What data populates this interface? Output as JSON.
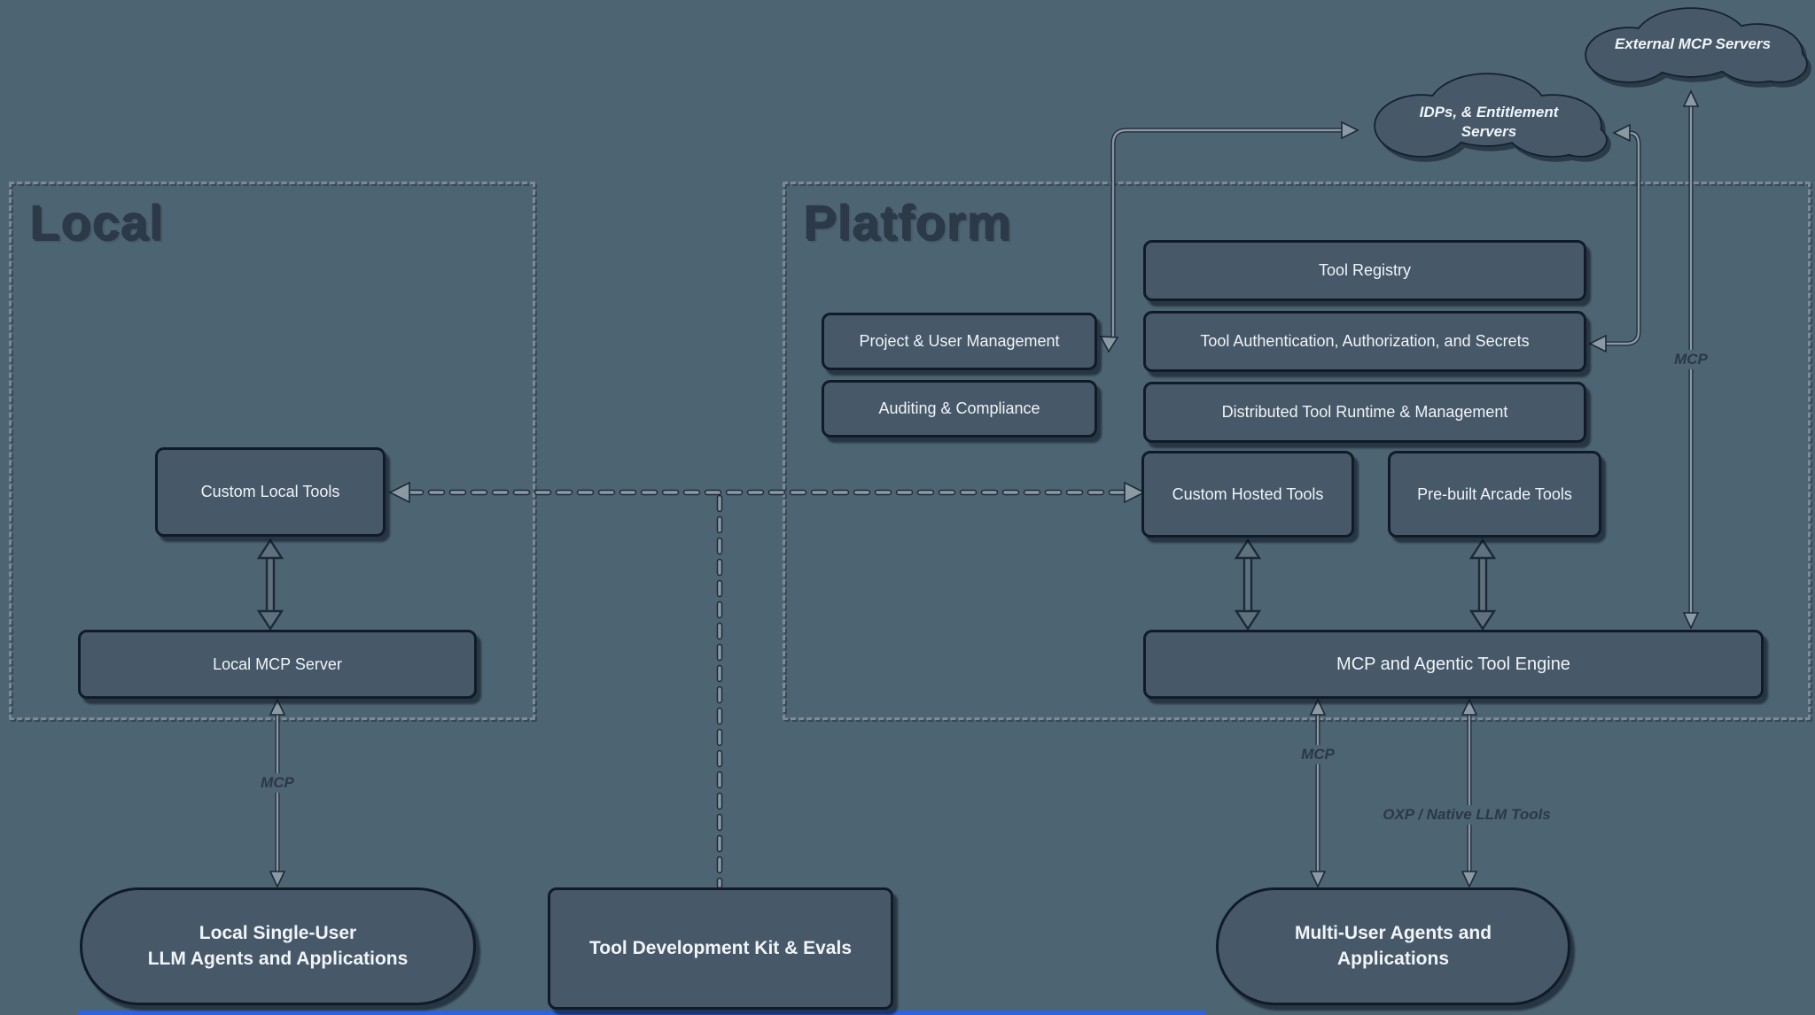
{
  "diagram": {
    "sections": {
      "local": {
        "title": "Local"
      },
      "platform": {
        "title": "Platform"
      }
    },
    "clouds": {
      "external_mcp": {
        "label": "External MCP Servers"
      },
      "idp": {
        "label_line1": "IDPs, & Entitlement",
        "label_line2": "Servers"
      }
    },
    "nodes": {
      "custom_local_tools": {
        "label": "Custom Local Tools"
      },
      "local_mcp_server": {
        "label": "Local MCP Server"
      },
      "local_agents": {
        "label_line1": "Local Single-User",
        "label_line2": "LLM Agents and Applications"
      },
      "tdk": {
        "label": "Tool Development Kit & Evals"
      },
      "project_user_mgmt": {
        "label": "Project & User Management"
      },
      "auditing_compliance": {
        "label": "Auditing & Compliance"
      },
      "tool_registry": {
        "label": "Tool Registry"
      },
      "tool_auth": {
        "label": "Tool Authentication, Authorization, and Secrets"
      },
      "distributed_runtime": {
        "label": "Distributed Tool Runtime & Management"
      },
      "custom_hosted_tools": {
        "label": "Custom Hosted Tools"
      },
      "prebuilt_arcade_tools": {
        "label": "Pre-built Arcade Tools"
      },
      "mcp_engine": {
        "label": "MCP and Agentic Tool Engine"
      },
      "multi_user_agents": {
        "label_line1": "Multi-User Agents and",
        "label_line2": "Applications"
      }
    },
    "edge_labels": {
      "local_mcp": "MCP",
      "engine_mcp": "MCP",
      "external_mcp": "MCP",
      "oxp": "OXP / Native LLM Tools"
    },
    "colors": {
      "background": "#4d6473",
      "node_fill": "#475869",
      "node_border": "#111b28",
      "node_text": "#f0f4f7",
      "dashed_border": "#7d8b98",
      "line": "#8b99a5",
      "line_outline": "#1d2936",
      "title_text": "#2c3949",
      "edge_label_text": "#2b3848",
      "blue_strip": "#2c63e0"
    }
  }
}
